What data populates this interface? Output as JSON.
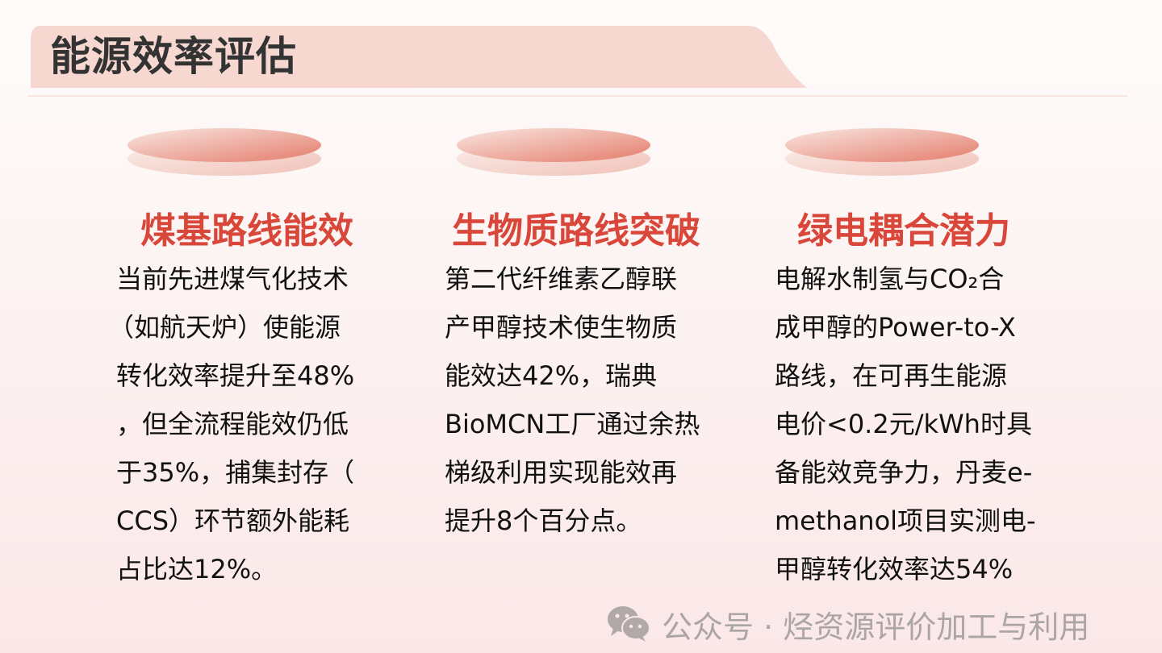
{
  "slide": {
    "title": "能源效率评估",
    "accent_color": "#d9473a",
    "columns": [
      {
        "heading": "煤基路线能效",
        "lines": [
          "当前先进煤气化技术",
          "（如航天炉）使能源",
          "转化效率提升至48%",
          "，但全流程能效仍低",
          "于35%，捕集封存（",
          "CCS）环节额外能耗",
          "占比达12%。"
        ]
      },
      {
        "heading": "生物质路线突破",
        "lines": [
          "第二代纤维素乙醇联",
          "产甲醇技术使生物质",
          "能效达42%，瑞典",
          "BioMCN工厂通过余热",
          "梯级利用实现能效再",
          "提升8个百分点。"
        ]
      },
      {
        "heading": "绿电耦合潜力",
        "lines": [
          "电解水制氢与CO₂合",
          "成甲醇的Power-to-X",
          "路线，在可再生能源",
          "电价<0.2元/kWh时具",
          "备能效竞争力，丹麦e-",
          "methanol项目实测电-",
          "甲醇转化效率达54%"
        ]
      }
    ]
  },
  "watermark": {
    "icon": "wechat-icon",
    "text": "公众号 · 烃资源评价加工与利用"
  }
}
